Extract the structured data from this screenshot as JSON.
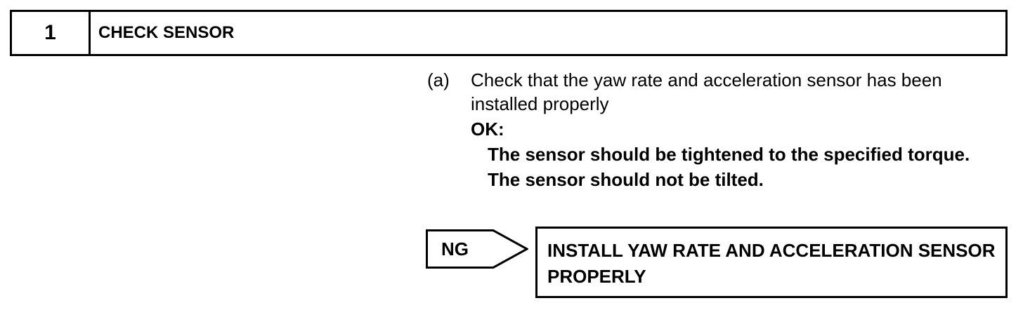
{
  "step": {
    "number": "1",
    "title": "CHECK SENSOR"
  },
  "instruction": {
    "marker": "(a)",
    "text": "Check that the yaw rate and acceleration sensor has been installed properly"
  },
  "ok": {
    "label": "OK:",
    "criteria": [
      "The sensor should be tightened to the specified torque.",
      "The sensor should not be tilted."
    ]
  },
  "ng": {
    "label": "NG",
    "action": "INSTALL YAW RATE AND ACCELERATION SENSOR PROPERLY"
  }
}
